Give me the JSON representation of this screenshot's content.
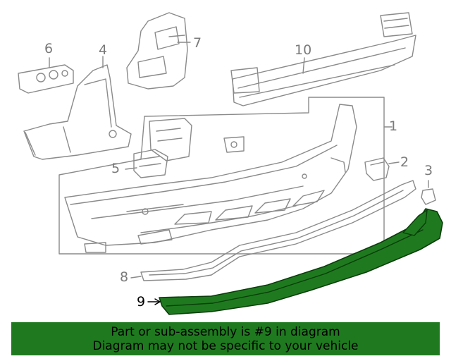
{
  "diagram": {
    "callouts": [
      {
        "id": "1",
        "label": "1"
      },
      {
        "id": "2",
        "label": "2"
      },
      {
        "id": "3",
        "label": "3"
      },
      {
        "id": "4",
        "label": "4"
      },
      {
        "id": "5",
        "label": "5"
      },
      {
        "id": "6",
        "label": "6"
      },
      {
        "id": "7",
        "label": "7"
      },
      {
        "id": "8",
        "label": "8"
      },
      {
        "id": "9",
        "label": "9"
      },
      {
        "id": "10",
        "label": "10"
      }
    ],
    "highlight_part": "9",
    "highlight_color": "#1f7a1f",
    "line_color": "#8a8a8a"
  },
  "banner": {
    "line1": "Part or sub-assembly is #9 in diagram",
    "line2": "Diagram may not be specific to your vehicle",
    "background": "#1f7a1f"
  }
}
